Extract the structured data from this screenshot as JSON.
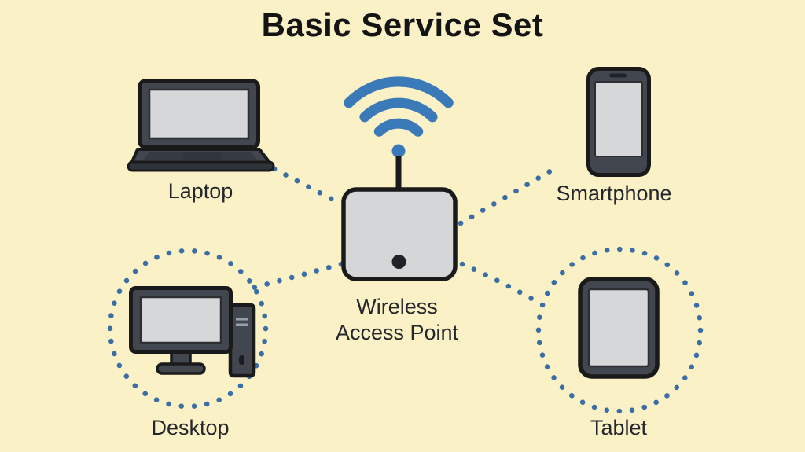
{
  "title": "Basic Service Set",
  "access_point": {
    "label_line1": "Wireless",
    "label_line2": "Access Point"
  },
  "devices": {
    "laptop": {
      "label": "Laptop"
    },
    "smartphone": {
      "label": "Smartphone"
    },
    "desktop": {
      "label": "Desktop"
    },
    "tablet": {
      "label": "Tablet"
    }
  },
  "icons": {
    "wifi": "wifi-signal-icon",
    "access_point": "wireless-access-point-icon",
    "laptop": "laptop-icon",
    "smartphone": "smartphone-icon",
    "desktop": "desktop-computer-icon",
    "tablet": "tablet-icon"
  },
  "colors": {
    "background": "#FBF1C6",
    "connection_dots": "#3A6EA5",
    "wifi_signal": "#3B7AB8",
    "device_body": "#42474F",
    "device_screen": "#D5D7D8",
    "outline": "#1A1A1A",
    "access_point_body": "#D4D6D8",
    "text": "#23262B"
  }
}
